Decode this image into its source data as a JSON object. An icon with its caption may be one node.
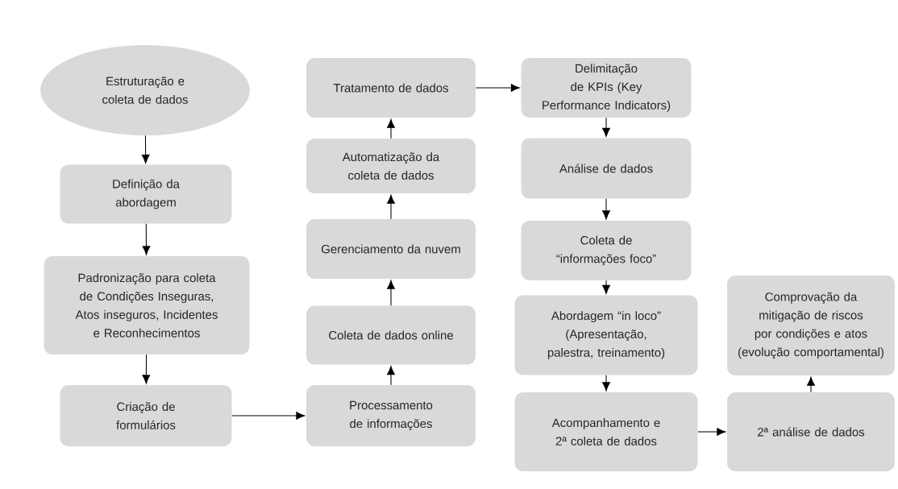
{
  "diagram": {
    "nodes": [
      {
        "text": [
          "Estruturação e coleta de dados"
        ]
      },
      {
        "text": [
          "Definição da abordagem"
        ]
      },
      {
        "text": [
          "Padronização para coleta de Condições Inseguras, Atos inseguros, Incidentes e Reconhecimentos"
        ]
      },
      {
        "text": [
          "Criação de formulários"
        ]
      },
      {
        "text": [
          "Processamento de informações"
        ]
      },
      {
        "text": [
          "Coleta de dados online"
        ]
      },
      {
        "text": [
          "Gerenciamento da nuvem"
        ]
      },
      {
        "text": [
          "Automatização da coleta de dados"
        ]
      },
      {
        "text": [
          "Tratamento de dados"
        ]
      },
      {
        "text": [
          "Delimitação de KPIs (Key Performance Indicators)"
        ]
      },
      {
        "text": [
          "Análise de dados"
        ]
      },
      {
        "text": [
          "Coleta de “informações foco”"
        ]
      },
      {
        "text": [
          "Abordagem “in loco” (Apresentação, palestra, treinamento)"
        ]
      },
      {
        "text": [
          "Acompanhamento e 2ª coleta de dados"
        ]
      },
      {
        "text": [
          "2ª análise de dados"
        ]
      },
      {
        "text": [
          "Comprovação da mitigação de riscos por condições e atos (evolução comportamental)"
        ]
      }
    ],
    "edges": [
      {
        "from": 0,
        "to": 1,
        "arrow": "to"
      },
      {
        "from": 1,
        "to": 2,
        "arrow": "to"
      },
      {
        "from": 2,
        "to": 3,
        "arrow": "to"
      },
      {
        "from": 3,
        "to": 4,
        "arrow": "to"
      },
      {
        "from": 4,
        "to": 5,
        "arrow": "to"
      },
      {
        "from": 5,
        "to": 6,
        "arrow": "to"
      },
      {
        "from": 6,
        "to": 7,
        "arrow": "to"
      },
      {
        "from": 7,
        "to": 8,
        "arrow": "to"
      },
      {
        "from": 8,
        "to": 9,
        "arrow": "to"
      },
      {
        "from": 9,
        "to": 10,
        "arrow": "to"
      },
      {
        "from": 10,
        "to": 11,
        "arrow": "to"
      },
      {
        "from": 11,
        "to": 12,
        "arrow": "to"
      },
      {
        "from": 12,
        "to": 13,
        "arrow": "to"
      },
      {
        "from": 13,
        "to": 14,
        "arrow": "to"
      },
      {
        "from": 14,
        "to": 15,
        "arrow": "to"
      }
    ]
  }
}
